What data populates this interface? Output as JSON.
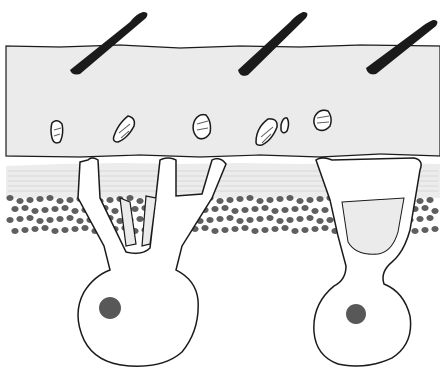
{
  "diagram": {
    "layers": [
      "surface-band",
      "upper-grey-layer",
      "dotted-band",
      "cell-bodies"
    ],
    "colors": {
      "background": "#ffffff",
      "surface_band": "#ebebeb",
      "hair": "#1a1a1a",
      "outline": "#1a1a1a",
      "tissue_fill": "#ffffff",
      "dot": "#5f5f5f",
      "nucleus": "#585858",
      "stripe": "#d8d8d8"
    },
    "hair_count": 3,
    "granule_count": 6,
    "cell_count": 2
  }
}
